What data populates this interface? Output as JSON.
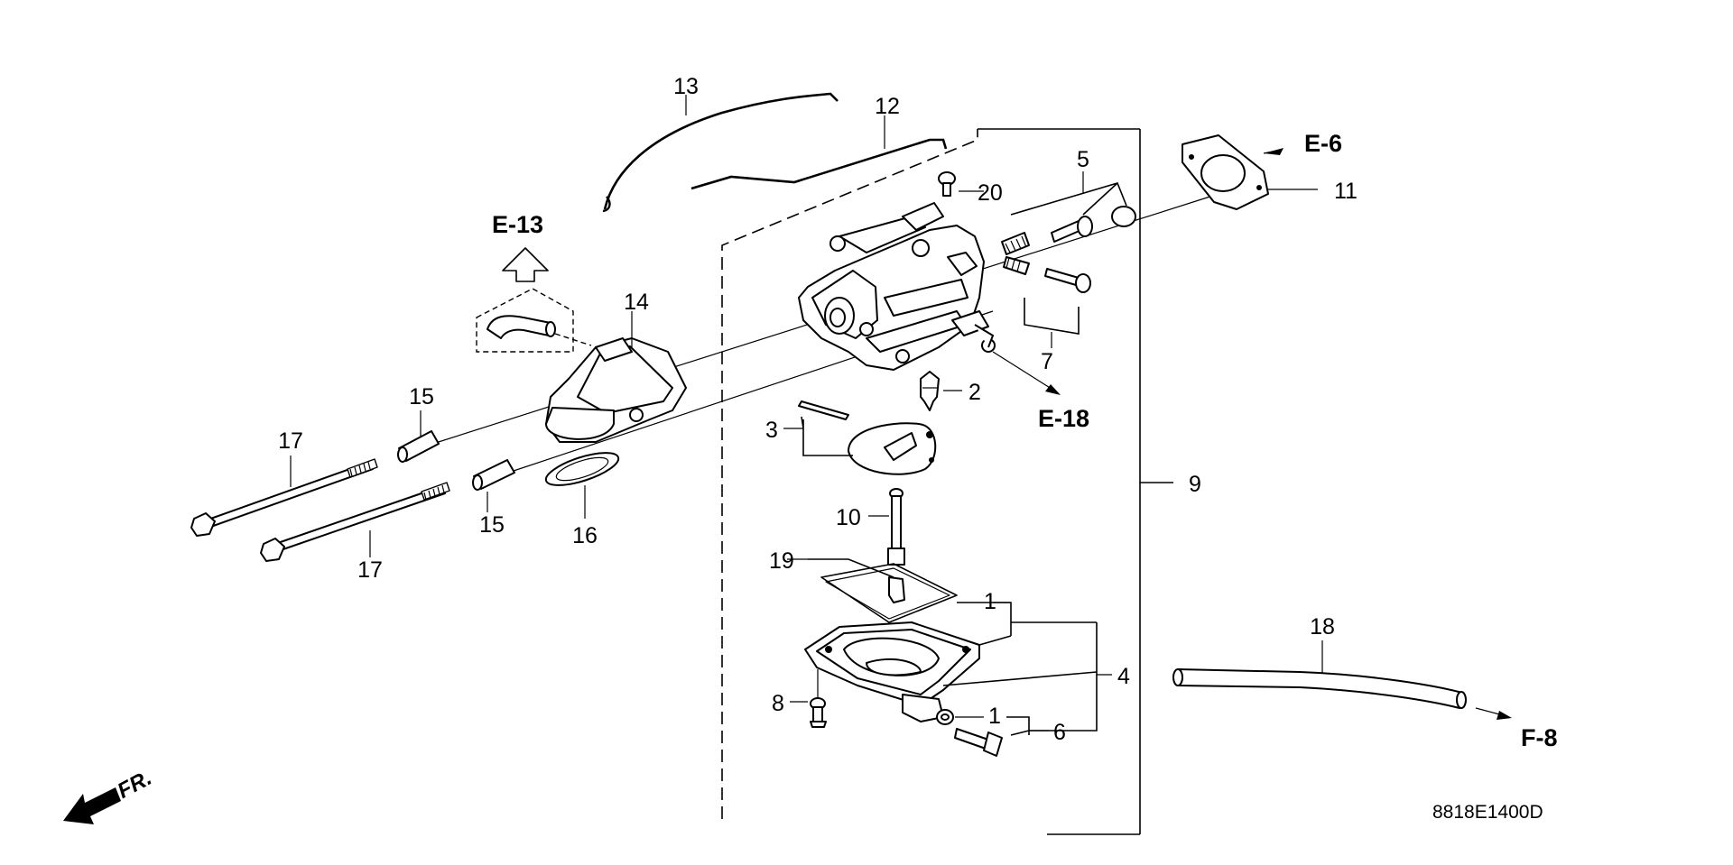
{
  "part_numbers": [
    "1",
    "2",
    "3",
    "4",
    "5",
    "6",
    "7",
    "8",
    "9",
    "10",
    "11",
    "12",
    "13",
    "14",
    "15",
    "16",
    "17",
    "18",
    "19",
    "20"
  ],
  "references": {
    "e6": "E-6",
    "e13": "E-13",
    "e18": "E-18",
    "f8": "F-8"
  },
  "front_label": "FR.",
  "diagram_code": "8818E1400D"
}
